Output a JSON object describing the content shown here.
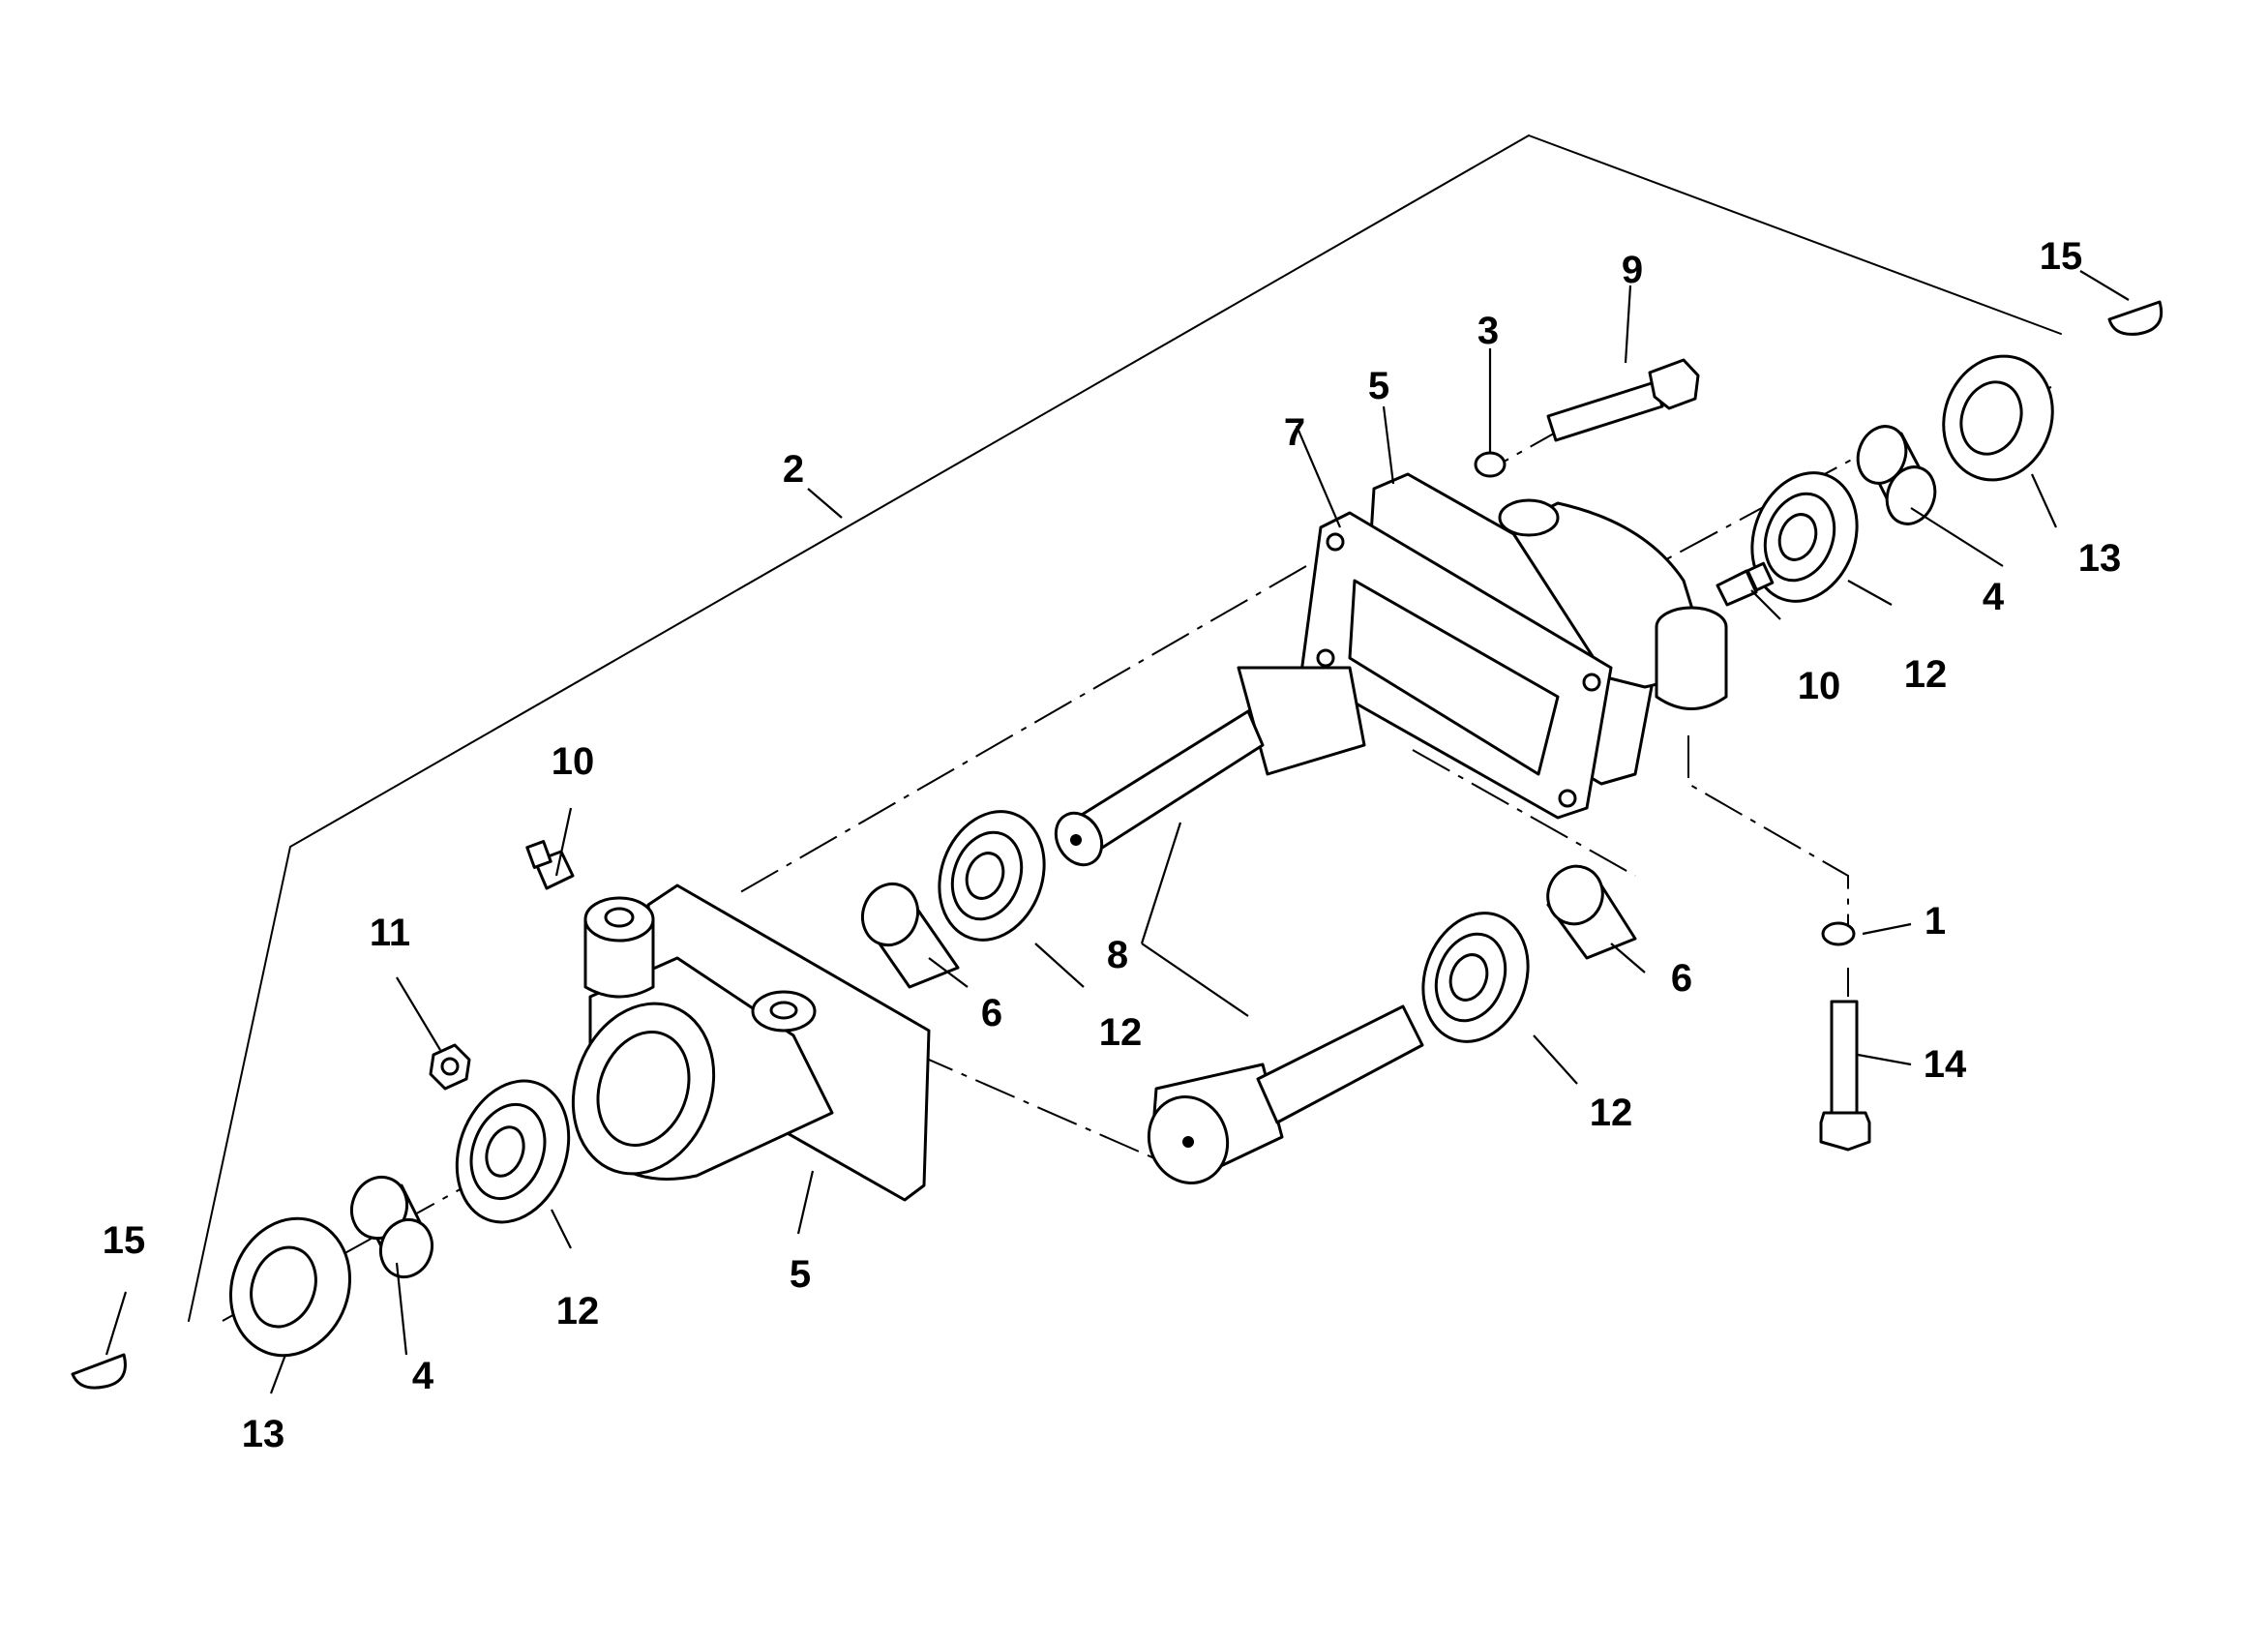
{
  "callouts": {
    "c1": "1",
    "c2": "2",
    "c3": "3",
    "c4a": "4",
    "c4b": "4",
    "c5a": "5",
    "c5b": "5",
    "c6a": "6",
    "c6b": "6",
    "c7": "7",
    "c8": "8",
    "c9": "9",
    "c10a": "10",
    "c10b": "10",
    "c11": "11",
    "c12a": "12",
    "c12b": "12",
    "c12c": "12",
    "c12d": "12",
    "c13a": "13",
    "c13b": "13",
    "c14": "14",
    "c15a": "15",
    "c15b": "15"
  }
}
